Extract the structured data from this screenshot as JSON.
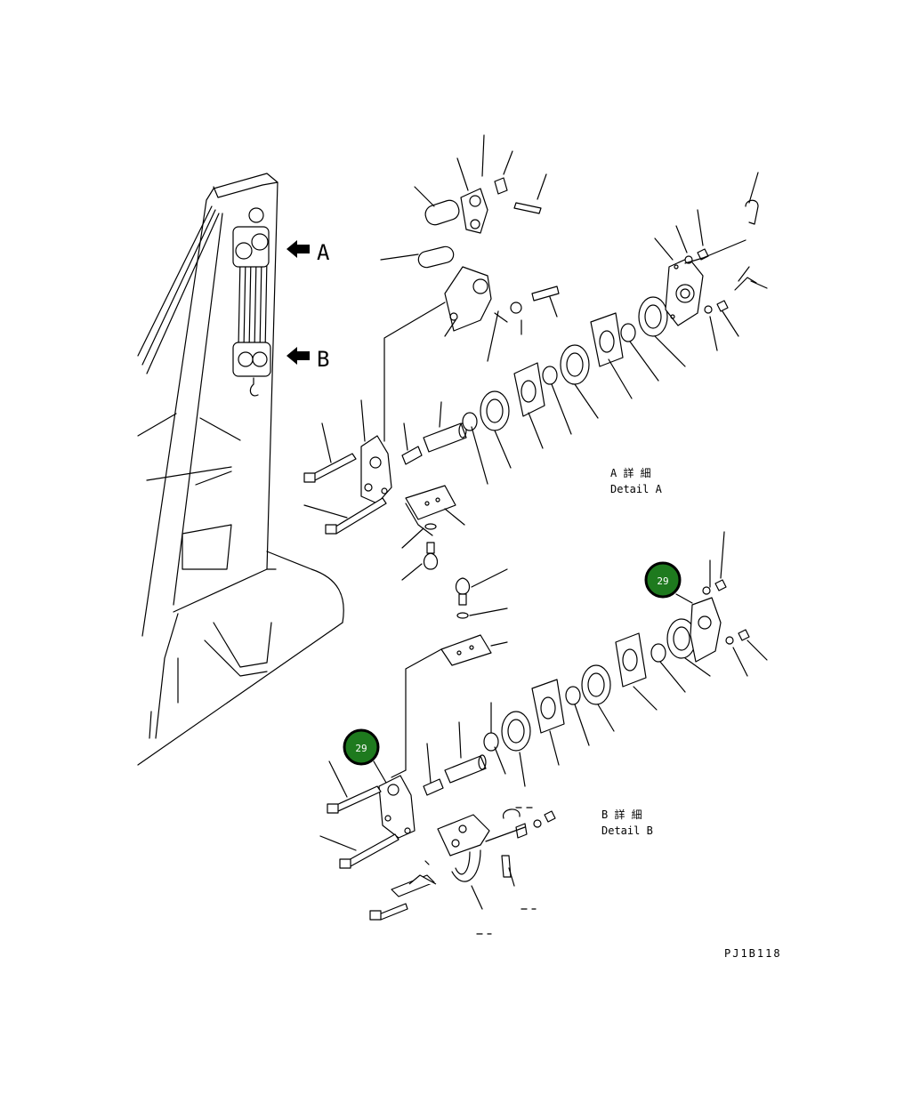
{
  "arrows": [
    {
      "id": "A",
      "label": "A"
    },
    {
      "id": "B",
      "label": "B"
    }
  ],
  "details": [
    {
      "id": "A",
      "jp": "A 詳 細",
      "en": "Detail A"
    },
    {
      "id": "B",
      "jp": "B 詳 細",
      "en": "Detail B"
    }
  ],
  "callouts": [
    {
      "label": "29",
      "color": "#1e7a1e",
      "ring": "#000000"
    },
    {
      "label": "29",
      "color": "#1e7a1e",
      "ring": "#000000"
    }
  ],
  "drawing_code": "PJ1B118",
  "colors": {
    "line": "#000000",
    "background": "#ffffff",
    "callout_fill": "#1e7a1e"
  }
}
